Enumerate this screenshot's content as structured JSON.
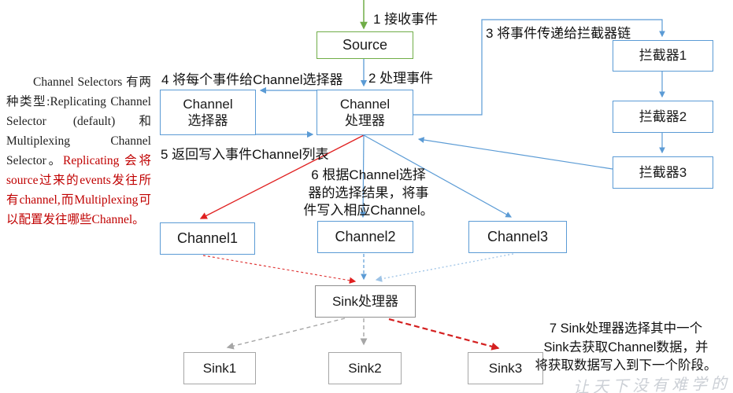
{
  "diagram": {
    "nodes": {
      "source": "Source",
      "channel_selector": "Channel\n选择器",
      "channel_processor": "Channel\n处理器",
      "interceptor1": "拦截器1",
      "interceptor2": "拦截器2",
      "interceptor3": "拦截器3",
      "channel1": "Channel1",
      "channel2": "Channel2",
      "channel3": "Channel3",
      "sink_processor": "Sink处理器",
      "sink1": "Sink1",
      "sink2": "Sink2",
      "sink3": "Sink3"
    },
    "steps": {
      "s1": "1 接收事件",
      "s2": "2 处理事件",
      "s3": "3 将事件传递给拦截器链",
      "s4": "4 将每个事件给Channel选择器",
      "s5": "5 返回写入事件Channel列表",
      "s6": "6 根据Channel选择\n器的选择结果，将事\n件写入相应Channel。",
      "s7": "7 Sink处理器选择其中一个\nSink去获取Channel数据，并\n将获取数据写入到下一个阶段。"
    },
    "note": {
      "black": "Channel Selectors 有两种类型:Replicating Channel Selector (default)和 Multiplexing Channel Selector。",
      "red": "Replicating 会将source过来的events发往所有channel,而Multiplexing可以配置发往哪些Channel。"
    },
    "watermark": "让天下没有难学的"
  },
  "colors": {
    "green": "#70ad47",
    "blue": "#5b9bd5",
    "light_blue": "#9dc3e6",
    "red": "#e02020",
    "note_red": "#c00000",
    "gray": "#a6a6a6"
  }
}
